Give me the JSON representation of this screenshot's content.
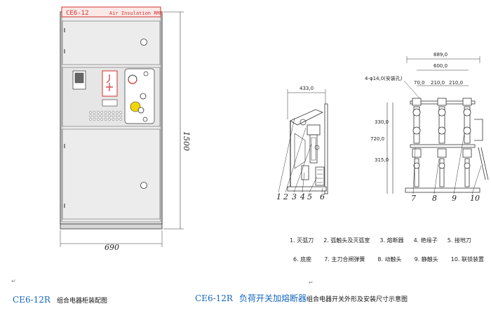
{
  "cabinet": {
    "nameplate_code": "CE6-12",
    "nameplate_text": "Air Insulation RMU",
    "height_dim": "1500",
    "width_dim": "690"
  },
  "switch": {
    "dims": {
      "depth": "433,0",
      "overall": "889,0",
      "span": "600,0",
      "pitch1": "70,0",
      "pitch2": "210,0",
      "pitch3": "210,0",
      "holes": "4-φ14,0(安装孔)",
      "h1": "330,0",
      "h2": "720,0",
      "h3": "315,0"
    },
    "side_callouts": [
      "1",
      "2",
      "3",
      "4",
      "5",
      "6"
    ],
    "front_callouts": [
      "7",
      "8",
      "9",
      "10"
    ]
  },
  "legend": {
    "row1": [
      "1. 灭弧刀",
      "2. 弧触头及灭弧室",
      "3. 熔断器",
      "4. 绝缘子",
      "5. 接地刀"
    ],
    "row2": [
      "6. 底座",
      "7. 主刀合闸弹簧",
      "8. 动触头",
      "9. 静触头",
      "10. 联锁装置"
    ]
  },
  "captions": {
    "left_code": "CE6-12R",
    "left_text": "组合电器柜装配图",
    "right_code": "CE6-12R",
    "right_title": "负荷开关加熔断器",
    "right_text": "组合电器开关外形及安装尺寸示意图"
  },
  "colors": {
    "caption_blue": "#1565c0",
    "accent_red": "#d32f2f",
    "panel_fill": "#e8e8e8",
    "indicator_yellow": "#f2d600"
  }
}
